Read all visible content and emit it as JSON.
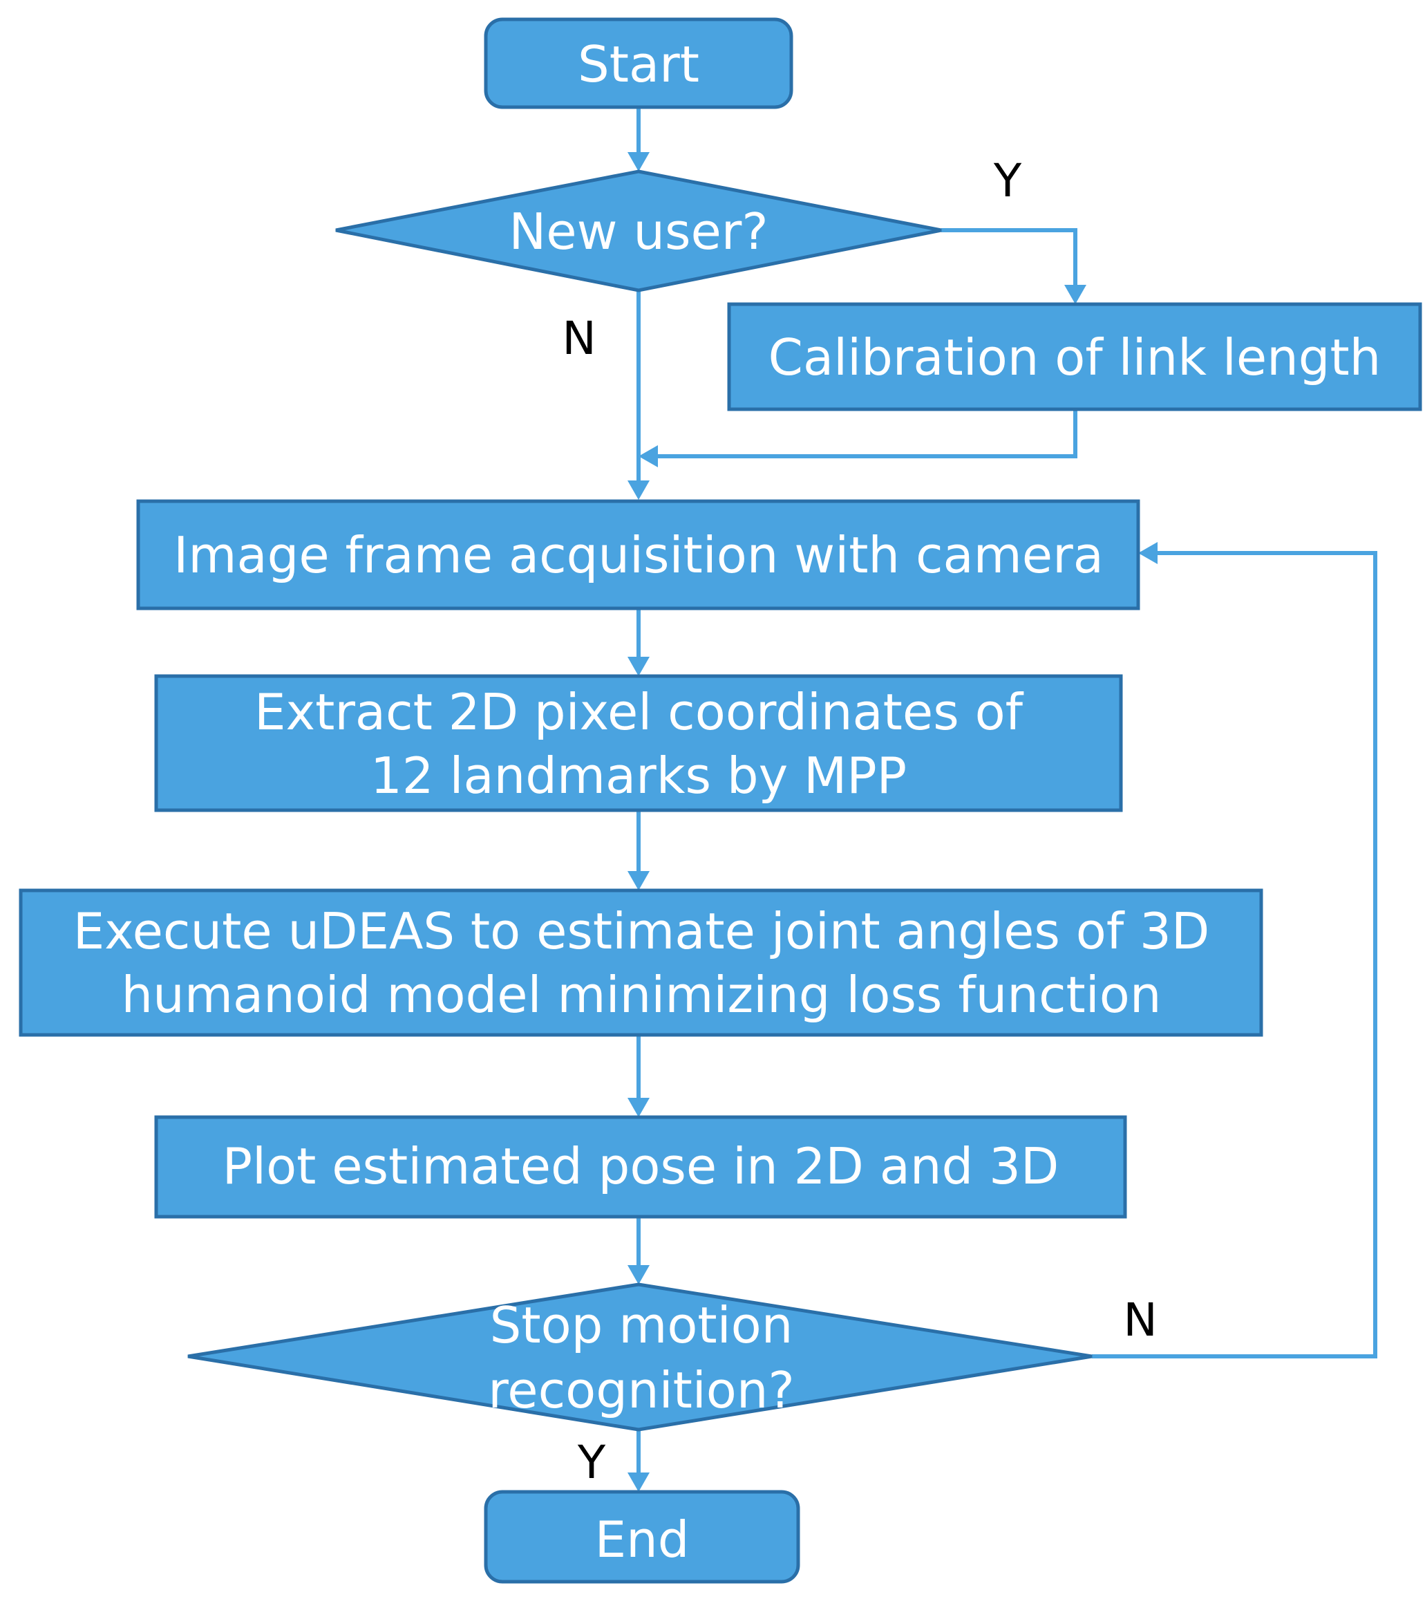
{
  "colors": {
    "node_fill": "#4aa3e0",
    "node_stroke": "#2a6fa8",
    "edge": "#4aa3e0",
    "node_text": "#ffffff",
    "label_text": "#000000"
  },
  "nodes": {
    "start": "Start",
    "new_user": "New user?",
    "calibration": "Calibration of link length",
    "image_frame": "Image frame acquisition with camera",
    "extract": [
      "Extract 2D pixel coordinates of",
      "12 landmarks by MPP"
    ],
    "execute": [
      "Execute uDEAS to estimate joint angles of 3D",
      "humanoid model minimizing loss function"
    ],
    "plot": "Plot estimated pose in 2D and 3D",
    "stop": [
      "Stop motion",
      "recognition?"
    ],
    "end": "End"
  },
  "edge_labels": {
    "new_user_yes": "Y",
    "new_user_no": "N",
    "stop_no": "N",
    "stop_yes": "Y"
  }
}
